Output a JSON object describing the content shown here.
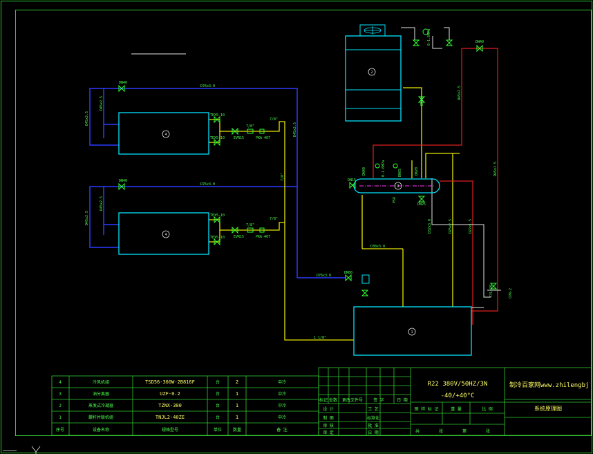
{
  "colors": {
    "background": "#000000",
    "frame": "#33cc33",
    "liquid_line": "#2a3cff",
    "gas_line": "#e6e600",
    "hot_gas_line": "#e02020",
    "equipment": "#00e5ff",
    "valve": "#33ff33",
    "text": "#4cff4c",
    "title_text": "#ffff66"
  },
  "cad": {
    "ucs_icon": "ucs-axis-icon",
    "labels": {
      "dn40_top": "DN40",
      "d76_top": "D76x3.0",
      "d45_left_top": "D45x2.5",
      "d45_left_top2": "D45x2.5",
      "dn40_mid": "DN40",
      "d76_mid": "D76x3.0",
      "d45_left_mid": "D45x2.5",
      "d45_left_mid2": "D45x2.5",
      "tex_a1": "TEX5-10",
      "tex_a2": "TEX5-10",
      "evr_a": "EVR15",
      "pka_a": "PKA-467",
      "sz_a1": "7/8\"",
      "sz_a2": "7/8\"",
      "tex_b1": "TEX5-10",
      "tex_b2": "TEX5-10",
      "evr_b": "EVR15",
      "pka_b": "PKA-467",
      "sz_b1": "7/8\"",
      "sz_b2": "7/8\"",
      "d45_vertical": "D45x2.5",
      "sz_78_center": "7/8\"",
      "d76_bottom": "D76x3.0",
      "dn80": "DN80",
      "gas_main": "1 1/8\"",
      "d38": "D38x3.0",
      "d32_a": "D32x3.0",
      "d25_a": "D25x2.5",
      "d22_a": "D22x1.5",
      "d45_right": "D45x2.5",
      "d45_rr": "D45x1.5",
      "dn40_cond": "DN40",
      "dn20": "DN20",
      "dn40_sep": "DN40",
      "dn20_sep": "DN20",
      "dn25": "DN25",
      "gauge_a": "0-1.6MPa",
      "gauge_b": "0-1.6MPa",
      "dn65": "DN65",
      "dn15": "DN15",
      "cyl": "CYL-20",
      "cpr": "CPR-2",
      "ps": "PS8"
    },
    "equipment_numbers": {
      "evaporator_top": "4",
      "evaporator_bottom": "4",
      "condenser": "2",
      "separator": "3",
      "compressor_unit": "1"
    }
  },
  "title_block": {
    "spec_line1": "R22  380V/50HZ/3N",
    "spec_line2": "-40/+40°C",
    "website": "制冷百家网www.zhilengbj",
    "drawing_title": "系统原理图",
    "project_labels": [
      "标记",
      "处数",
      "更改文件号",
      "签  字",
      "日  期"
    ],
    "role_labels": [
      "设  计",
      "制  图",
      "审  核",
      "审  定"
    ],
    "role_labels2": [
      "工  艺",
      "标准化",
      "批  准",
      "日  期"
    ],
    "grade_labels": [
      "图 样 标 记",
      "重  量",
      "比  例"
    ],
    "sheet_labels": [
      "共",
      "张",
      "第",
      "张"
    ],
    "bom_header": [
      "序号",
      "设备名称",
      "规格型号",
      "单位",
      "数量",
      "备  注"
    ],
    "bom_rows": [
      {
        "no": "4",
        "name": "冷风机组",
        "model": "TSD56-360W-2B816F",
        "unit": "台",
        "qty": "2",
        "note": "中冷"
      },
      {
        "no": "3",
        "name": "油分离器",
        "model": "UZF-0.2",
        "unit": "台",
        "qty": "1",
        "note": "中冷"
      },
      {
        "no": "2",
        "name": "蒸发式冷凝器",
        "model": "TZNX-300",
        "unit": "台",
        "qty": "1",
        "note": "中冷"
      },
      {
        "no": "1",
        "name": "螺杆并联机组",
        "model": "TNJL2-40ZE",
        "unit": "台",
        "qty": "1",
        "note": "中冷"
      }
    ]
  }
}
